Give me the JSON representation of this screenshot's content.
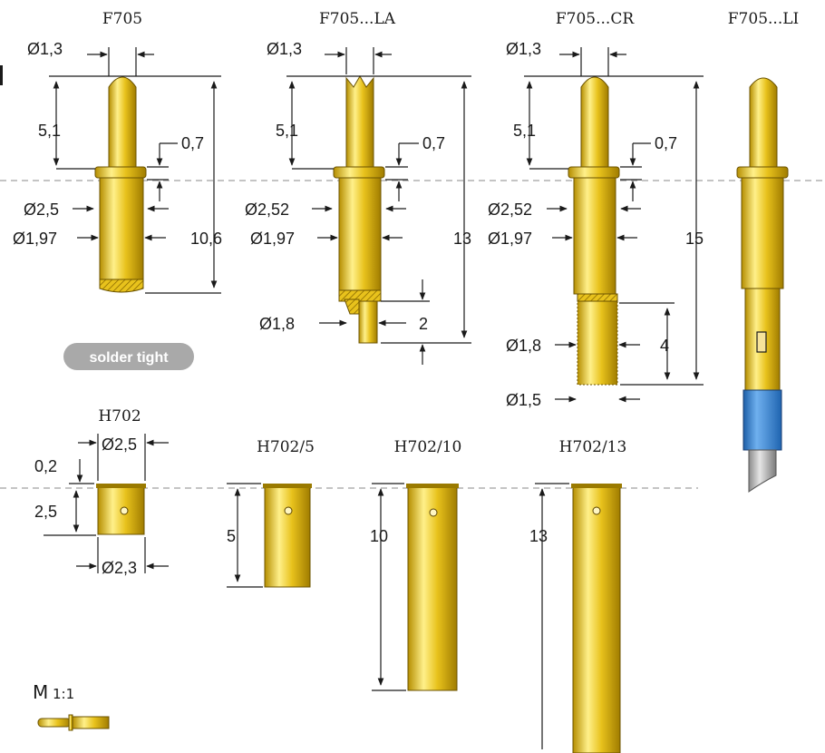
{
  "probes": {
    "f705": {
      "title": "F705",
      "tip_diameter": "Ø1,3",
      "tip_length": "5,1",
      "collar_height": "0,7",
      "collar_diameter": "Ø2,5",
      "barrel_diameter": "Ø1,97",
      "total_length": "10,6",
      "badge": "solder tight"
    },
    "f705_la": {
      "title": "F705...LA",
      "tip_diameter": "Ø1,3",
      "tip_length": "5,1",
      "collar_height": "0,7",
      "collar_diameter": "Ø2,52",
      "barrel_diameter": "Ø1,97",
      "total_length": "13",
      "tail_diameter": "Ø1,8",
      "tail_length": "2"
    },
    "f705_cr": {
      "title": "F705...CR",
      "tip_diameter": "Ø1,3",
      "tip_length": "5,1",
      "collar_height": "0,7",
      "collar_diameter": "Ø2,52",
      "barrel_diameter": "Ø1,97",
      "total_length": "15",
      "tail_diameter": "Ø1,8",
      "tail_length": "4",
      "end_diameter": "Ø1,5"
    },
    "f705_li": {
      "title": "F705...LI"
    }
  },
  "receptacles": {
    "h702": {
      "title": "H702",
      "collar_height": "0,2",
      "outer_diameter": "Ø2,5",
      "length": "2,5",
      "inner_diameter": "Ø2,3"
    },
    "h702_5": {
      "title": "H702/5",
      "length": "5"
    },
    "h702_10": {
      "title": "H702/10",
      "length": "10"
    },
    "h702_13": {
      "title": "H702/13",
      "length": "13"
    }
  },
  "scale": {
    "label": "M",
    "ratio": "1:1"
  },
  "colors": {
    "gold_dark": "#b58e00",
    "gold_mid": "#e8c21c",
    "gold_light": "#fff08a",
    "blue": "#2f7fd0",
    "pill": "#a9a9a9",
    "dash": "#b0b0b0"
  }
}
